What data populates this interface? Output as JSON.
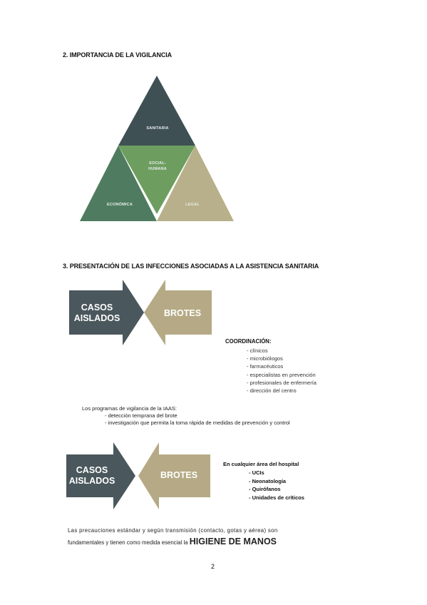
{
  "section2": {
    "heading": "2. IMPORTANCIA DE LA VIGILANCIA",
    "triangle": {
      "top_label": "SANITARIA",
      "center_label_line1": "SOCIAL-",
      "center_label_line2": "HUMANA",
      "left_label": "ECONÓMICA",
      "right_label": "LEGAL",
      "colors": {
        "top": "#3f5055",
        "center": "#6d9e5f",
        "left": "#4f7c60",
        "right": "#b8b08a"
      }
    }
  },
  "section3": {
    "heading": "3. PRESENTACIÓN DE LAS INFECCIONES ASOCIADAS A LA ASISTENCIA SANITARIA",
    "panel1": {
      "left_arrow_line1": "CASOS",
      "left_arrow_line2": "AISLADOS",
      "right_arrow": "BROTES",
      "coordination_title": "COORDINACIÓN:",
      "coordination_items": [
        "- clínicos",
        "- microbiólogos",
        "- farmacéuticos",
        "- especialistas en prevención",
        "- profesionales de enfermería",
        "- dirección del centro"
      ],
      "programs_title": "Los programas de vigilancia de la IAAS:",
      "programs_items": [
        "- detección temprana del brote",
        "- investigación que permita la toma rápida de medidas de prevención y control"
      ]
    },
    "panel2": {
      "left_arrow_line1": "CASOS",
      "left_arrow_line2": "AISLADOS",
      "right_arrow": "BROTES",
      "area_title": "En cualquier área del hospital",
      "area_items": [
        "- UCIs",
        "- Neonatología",
        "- Quirófanos",
        "- Unidades de críticos"
      ]
    },
    "paragraph_line1": "Las precauciones estándar y según transmisión (contacto, gotas y aérea) son",
    "paragraph_line2": "fundamentales y tienen como medida esencial la",
    "paragraph_emphasis": "HIGIENE DE MANOS",
    "arrow_colors": {
      "casos": "#4a575c",
      "brotes": "#b5aa85"
    }
  },
  "page_number": "2"
}
